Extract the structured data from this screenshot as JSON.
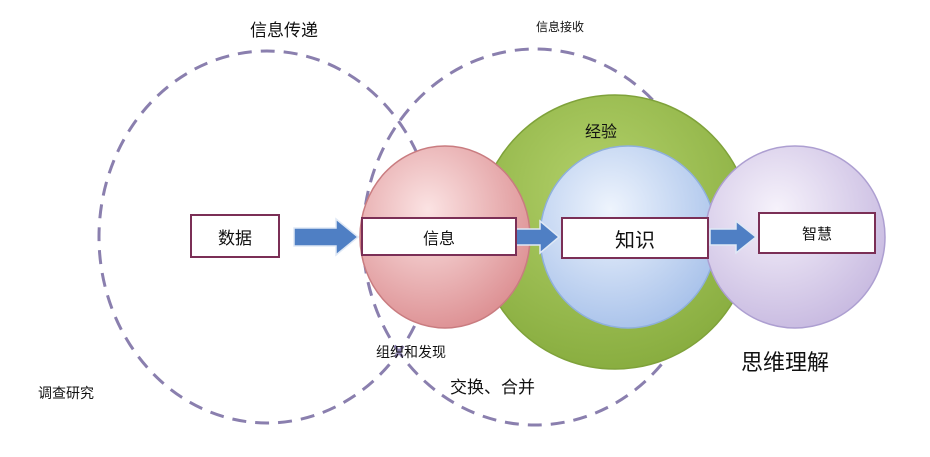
{
  "labels": {
    "info_transfer": "信息传递",
    "info_receive": "信息接收",
    "experience": "经验",
    "research": "调查研究",
    "organize_discover": "组织和发现",
    "exchange_merge": "交换、合并",
    "thinking": "思维理解"
  },
  "nodes": {
    "data": "数据",
    "information": "信息",
    "knowledge": "知识",
    "wisdom": "智慧"
  },
  "colors": {
    "dashed_circle": "#8a7fae",
    "experience_ring": "#8fb444",
    "information_circle": "#e7a6a8",
    "knowledge_circle": "#b9cff0",
    "wisdom_circle": "#d8cdea",
    "arrow": "#4f7fc4",
    "box_border": "#7b2f56"
  }
}
